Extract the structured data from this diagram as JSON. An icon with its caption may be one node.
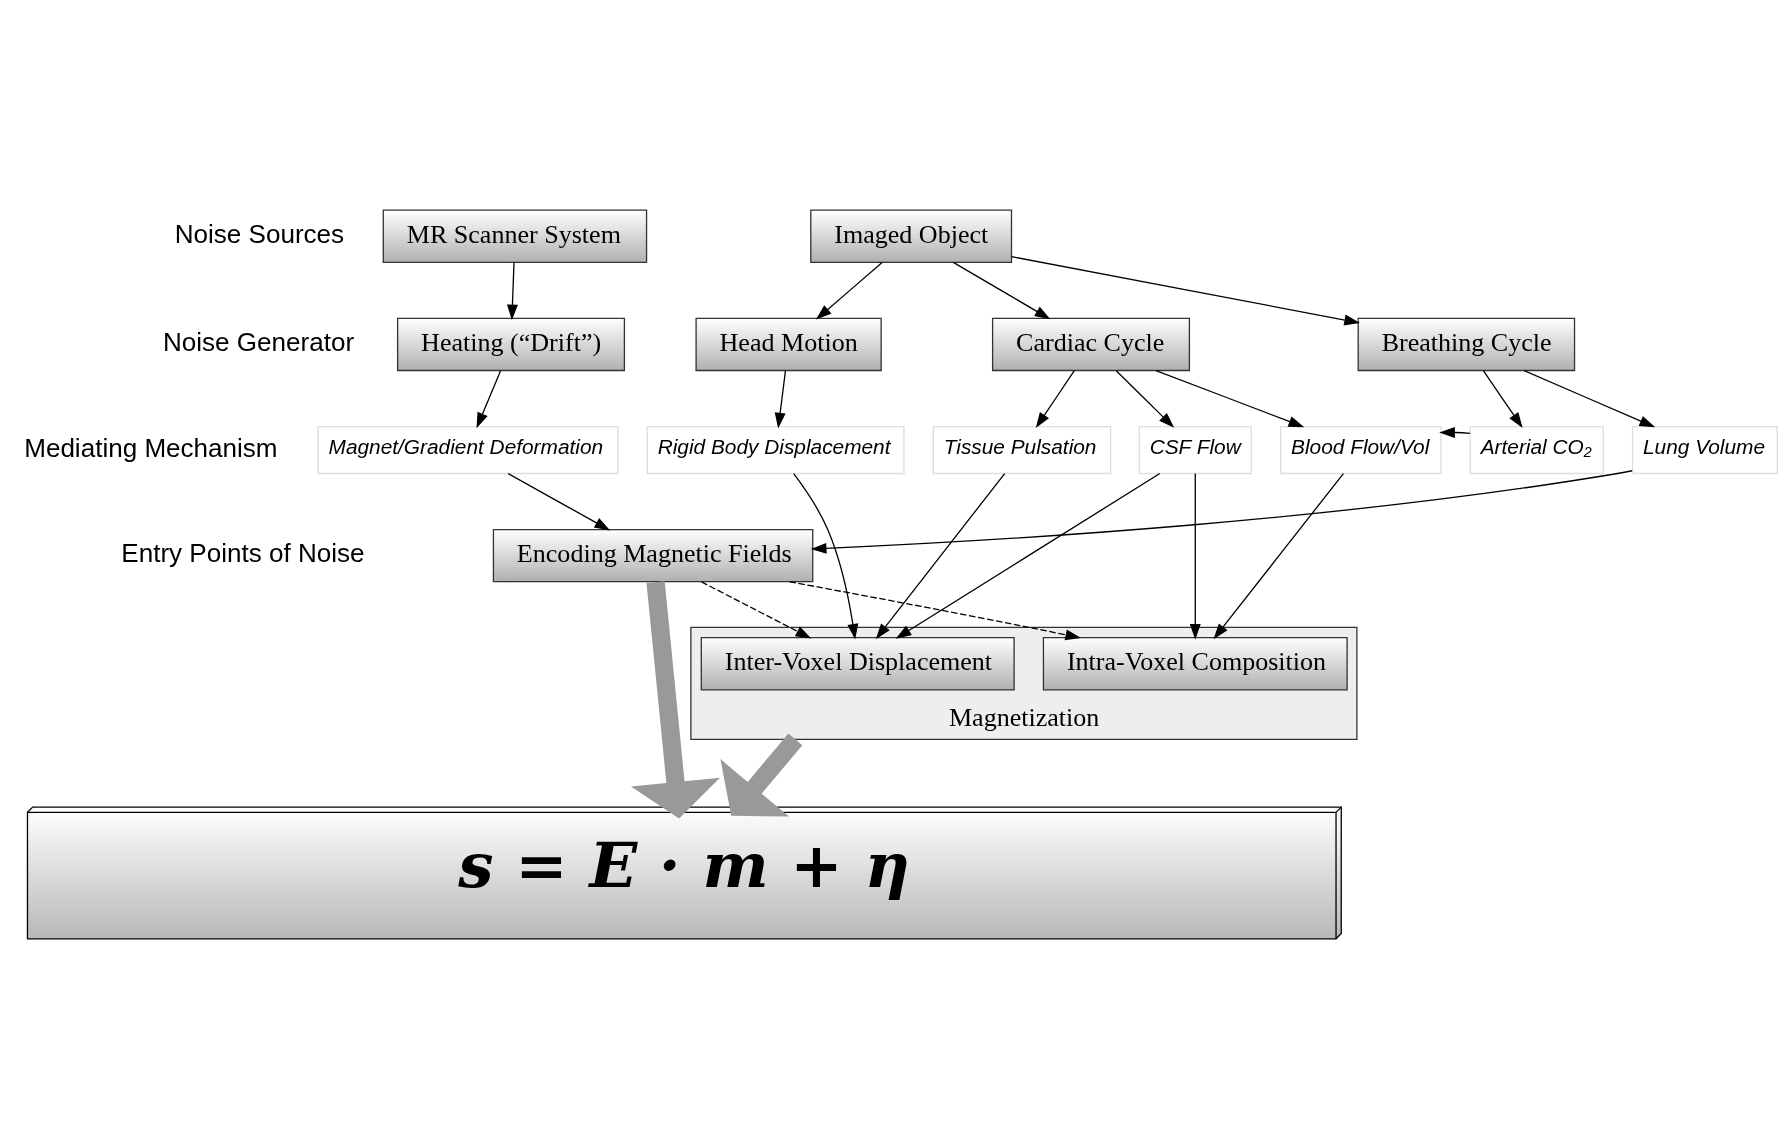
{
  "diagram": {
    "nodes": [
      {
        "text": [
          "MR Scanner System"
        ]
      },
      {
        "text": [
          "Imaged Object"
        ]
      },
      {
        "text": [
          "Heating (“Drift”)"
        ]
      },
      {
        "text": [
          "Head Motion"
        ]
      },
      {
        "text": [
          "Cardiac Cycle"
        ]
      },
      {
        "text": [
          "Breathing Cycle"
        ]
      },
      {
        "text": [
          "Magnet/Gradient Deformation"
        ]
      },
      {
        "text": [
          "Rigid Body Displacement"
        ]
      },
      {
        "text": [
          "Tissue Pulsation"
        ]
      },
      {
        "text": [
          "CSF Flow"
        ]
      },
      {
        "text": [
          "Blood Flow/Vol"
        ]
      },
      {
        "text": [
          "Arterial CO₂"
        ]
      },
      {
        "text": [
          "Lung Volume"
        ]
      },
      {
        "text": [
          "Encoding Magnetic Fields"
        ]
      },
      {
        "text": [
          "Magnetization"
        ]
      },
      {
        "text": [
          "Inter-Voxel Displacement"
        ],
        "in": 14
      },
      {
        "text": [
          "Intra-Voxel Composition"
        ],
        "in": 14
      },
      {
        "text": [
          "s = E · m + η"
        ]
      }
    ],
    "edges": [
      {
        "from": 0,
        "to": 2,
        "arrow": "to"
      },
      {
        "from": 1,
        "to": 3,
        "arrow": "to"
      },
      {
        "from": 1,
        "to": 4,
        "arrow": "to"
      },
      {
        "from": 1,
        "to": 5,
        "arrow": "to"
      },
      {
        "from": 2,
        "to": 6,
        "arrow": "to"
      },
      {
        "from": 3,
        "to": 7,
        "arrow": "to"
      },
      {
        "from": 4,
        "to": 8,
        "arrow": "to"
      },
      {
        "from": 4,
        "to": 9,
        "arrow": "to"
      },
      {
        "from": 4,
        "to": 10,
        "arrow": "to"
      },
      {
        "from": 5,
        "to": 11,
        "arrow": "to"
      },
      {
        "from": 5,
        "to": 12,
        "arrow": "to"
      },
      {
        "from": 11,
        "to": 10,
        "arrow": "to"
      },
      {
        "from": 6,
        "to": 13,
        "arrow": "to"
      },
      {
        "from": 7,
        "to": 15,
        "arrow": "to"
      },
      {
        "from": 8,
        "to": 15,
        "arrow": "to"
      },
      {
        "from": 9,
        "to": 15,
        "arrow": "to"
      },
      {
        "from": 9,
        "to": 16,
        "arrow": "to"
      },
      {
        "from": 10,
        "to": 16,
        "arrow": "to"
      },
      {
        "from": 12,
        "to": 13,
        "arrow": "to"
      },
      {
        "from": 13,
        "to": 15,
        "arrow": "to",
        "style": "dashed"
      },
      {
        "from": 13,
        "to": 16,
        "arrow": "to",
        "style": "dashed"
      },
      {
        "from": 13,
        "to": 17,
        "arrow": "to",
        "style": "thick",
        "color": "#999999"
      },
      {
        "from": 14,
        "to": 17,
        "arrow": "to",
        "style": "thick",
        "color": "#999999"
      }
    ],
    "labels": [
      "Noise Sources",
      "Noise Generator",
      "Mediating Mechanism",
      "Entry Points of Noise"
    ]
  }
}
